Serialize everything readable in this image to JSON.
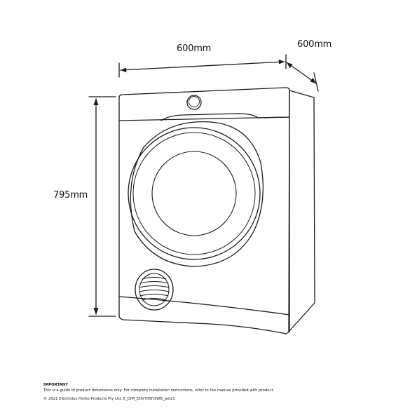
{
  "dimensions": {
    "width": "600mm",
    "depth": "600mm",
    "height": "795mm"
  },
  "footer": {
    "heading": "IMPORTANT",
    "note": "This is a guide of product dimensions only. For complete installation instructions, refer to the manual provided with product.",
    "copyright": "© 2021 Electrolux Home Products Pty Ltd. E_DIM_EDV705H3WB_Jan21"
  },
  "colors": {
    "line": "#1a1a1a",
    "background": "#ffffff"
  }
}
